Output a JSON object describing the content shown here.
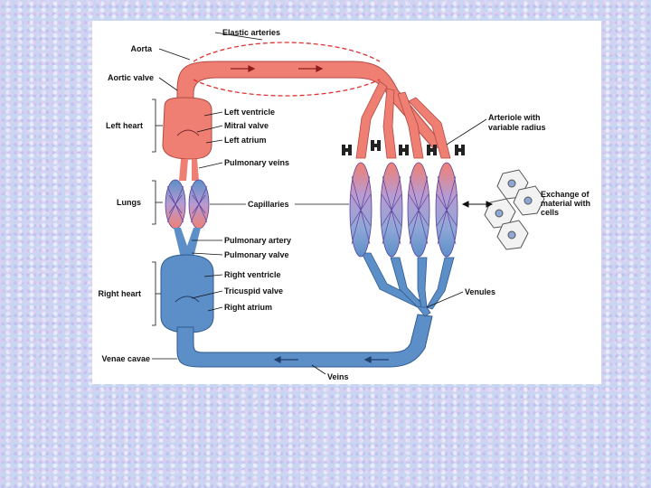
{
  "labels": {
    "elastic_arteries": "Elastic arteries",
    "aorta": "Aorta",
    "aortic_valve": "Aortic valve",
    "left_heart": "Left heart",
    "left_ventricle": "Left ventricle",
    "mitral_valve": "Mitral valve",
    "left_atrium": "Left atrium",
    "pulmonary_veins": "Pulmonary veins",
    "lungs": "Lungs",
    "capillaries": "Capillaries",
    "pulmonary_artery": "Pulmonary artery",
    "pulmonary_valve": "Pulmonary valve",
    "right_heart": "Right heart",
    "right_ventricle": "Right ventricle",
    "tricuspid_valve": "Tricuspid valve",
    "right_atrium": "Right atrium",
    "venae_cavae": "Venae cavae",
    "veins": "Veins",
    "venules": "Venules",
    "arteriole_line1": "Arteriole with",
    "arteriole_line2": "variable radius",
    "exchange_line1": "Exchange of",
    "exchange_line2": "material with",
    "exchange_line3": "cells"
  },
  "colors": {
    "arterial": "#f07f73",
    "venous": "#5c8fc8",
    "capillary_mesh": "#5a3f9e",
    "background": "#c9d6f2"
  }
}
